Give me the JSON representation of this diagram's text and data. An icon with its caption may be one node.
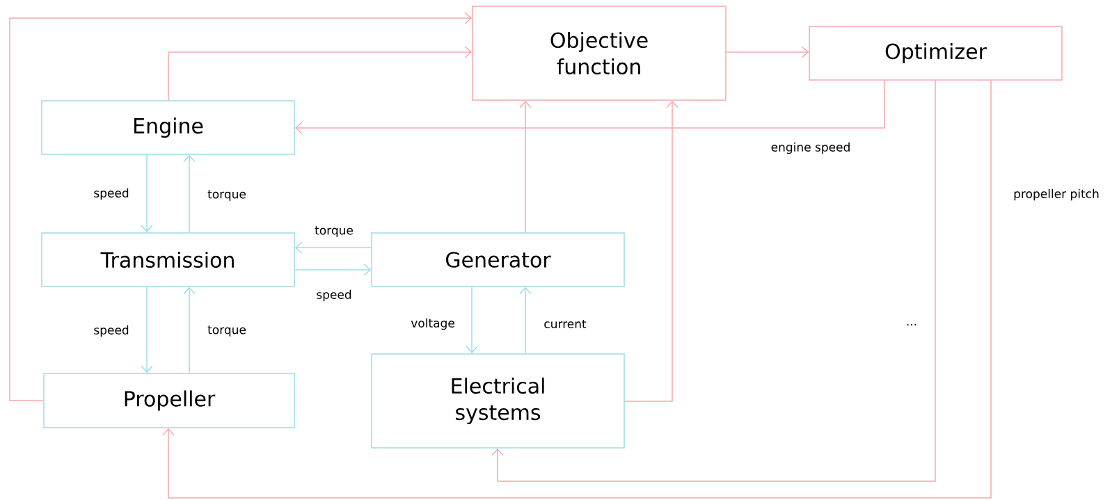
{
  "diagram": {
    "nodes": [
      {
        "text": [
          "Objective function"
        ]
      },
      {
        "text": [
          "Optimizer"
        ]
      },
      {
        "text": [
          "Engine"
        ]
      },
      {
        "text": [
          "Transmission"
        ]
      },
      {
        "text": [
          "Generator"
        ]
      },
      {
        "text": [
          "Propeller"
        ]
      },
      {
        "text": [
          "Electrical systems"
        ]
      }
    ],
    "edges": [
      {
        "from": 5,
        "to": 0,
        "arrow": "to",
        "color": "#f7a8ab"
      },
      {
        "from": 2,
        "to": 0,
        "arrow": "to",
        "color": "#f7a8ab"
      },
      {
        "from": 0,
        "to": 1,
        "arrow": "to",
        "color": "#f7a8ab"
      },
      {
        "from": 1,
        "to": 2,
        "arrow": "to",
        "label": "engine speed",
        "color": "#f7a8ab"
      },
      {
        "from": 2,
        "to": 3,
        "arrow": "to",
        "label": "speed",
        "color": "#9edce6"
      },
      {
        "from": 3,
        "to": 2,
        "arrow": "to",
        "label": "torque",
        "color": "#9edce6"
      },
      {
        "from": 4,
        "to": 3,
        "arrow": "to",
        "label": "torque",
        "color": "#9edce6"
      },
      {
        "from": 3,
        "to": 4,
        "arrow": "to",
        "label": "speed",
        "color": "#9edce6"
      },
      {
        "from": 3,
        "to": 5,
        "arrow": "to",
        "label": "speed",
        "color": "#9edce6"
      },
      {
        "from": 5,
        "to": 3,
        "arrow": "to",
        "label": "torque",
        "color": "#9edce6"
      },
      {
        "from": 4,
        "to": 6,
        "arrow": "to",
        "label": "voltage",
        "color": "#9edce6"
      },
      {
        "from": 6,
        "to": 4,
        "arrow": "to",
        "label": "current",
        "color": "#9edce6"
      },
      {
        "from": 4,
        "to": 0,
        "arrow": "to",
        "color": "#f7a8ab"
      },
      {
        "from": 6,
        "to": 0,
        "arrow": "to",
        "color": "#f7a8ab"
      },
      {
        "from": 1,
        "to": 6,
        "arrow": "to",
        "color": "#f7a8ab"
      },
      {
        "from": 1,
        "to": 5,
        "arrow": "to",
        "label": "propeller pitch",
        "color": "#f7a8ab"
      }
    ],
    "labels": [
      "..."
    ]
  }
}
